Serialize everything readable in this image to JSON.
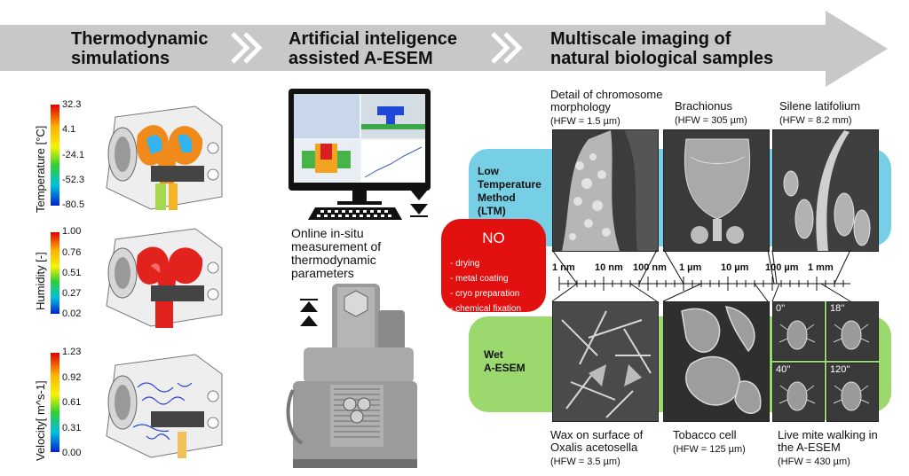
{
  "header": {
    "col1": [
      "Thermodynamic",
      "simulations"
    ],
    "col2": [
      "Artificial inteligence",
      "assisted A-ESEM"
    ],
    "col3": [
      "Multiscale imaging of",
      "natural biological samples"
    ]
  },
  "colorbars": [
    {
      "title": "Temperature [°C]",
      "ticks": [
        "32.3",
        "4.1",
        "-24.1",
        "-52.3",
        "-80.5"
      ]
    },
    {
      "title": "Humidity [-]",
      "ticks": [
        "1.00",
        "0.76",
        "0.51",
        "0.27",
        "0.02"
      ]
    },
    {
      "title": "Velocity[ m^s-1]",
      "ticks": [
        "1.23",
        "0.92",
        "0.61",
        "0.31",
        "0.00"
      ]
    }
  ],
  "middle": {
    "monitor_caption": [
      "Online in-situ",
      "measurement of",
      "thermodynamic",
      "parameters"
    ]
  },
  "methods": {
    "ltm": [
      "Low",
      "Temperature",
      "Method",
      "(LTM)"
    ],
    "wet": [
      "Wet",
      "A-ESEM"
    ],
    "no_title": "NO",
    "no_items": [
      "- drying",
      "- metal coating",
      "- cryo preparation",
      "- chemical fixation"
    ]
  },
  "top_captions": [
    {
      "title": [
        "Detail of chromosome",
        "morphology"
      ],
      "hfw": "(HFW = 1.5 µm)"
    },
    {
      "title": [
        "Brachionus"
      ],
      "hfw": "(HFW = 305 µm)"
    },
    {
      "title": [
        "Silene latifolium"
      ],
      "hfw": "(HFW = 8.2 mm)"
    }
  ],
  "bottom_captions": [
    {
      "title": [
        "Wax on surface of",
        "Oxalis acetosella"
      ],
      "hfw": "(HFW = 3.5 µm)"
    },
    {
      "title": [
        "Tobacco cell"
      ],
      "hfw": "(HFW = 125 µm)"
    },
    {
      "title": [
        "Live mite walking in",
        "the A-ESEM"
      ],
      "hfw": "(HFW = 430 µm)"
    }
  ],
  "scale": [
    "1 nm",
    "10 nm",
    "100 nm",
    "1 µm",
    "10 µm",
    "100 µm",
    "1 mm"
  ],
  "time_labels": [
    "0''",
    "18''",
    "40''",
    "120''"
  ],
  "colors": {
    "arrow": "#c8c8c8",
    "ltm": "#77cfe6",
    "wet": "#9bd86e",
    "no": "#e31010"
  }
}
